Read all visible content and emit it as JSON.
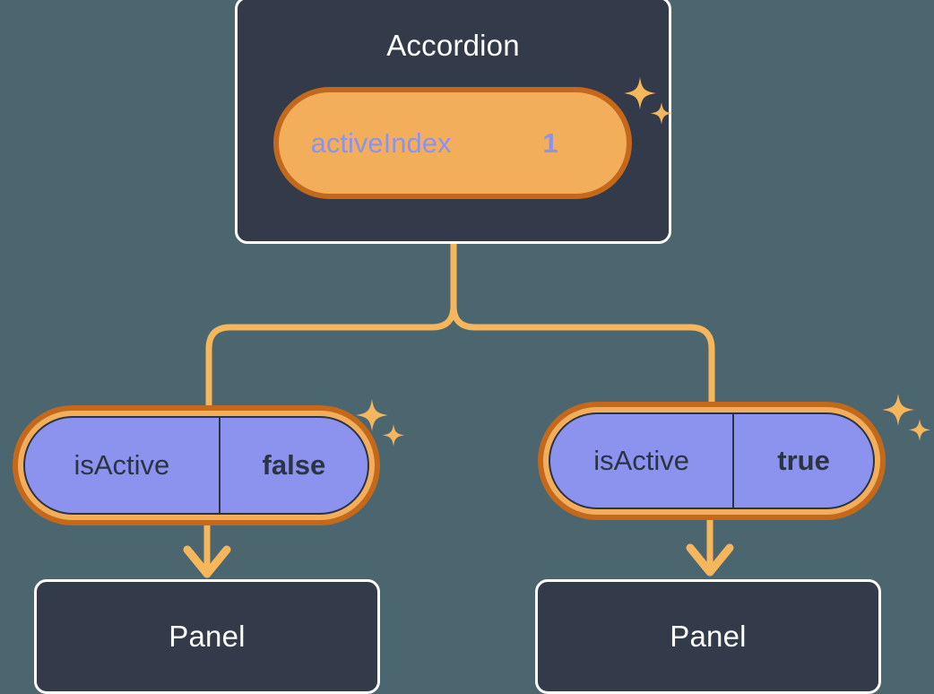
{
  "theme": {
    "background": "#4c6670",
    "card_bg": "#333a4a",
    "card_border": "#ffffff",
    "pill_ring_outer": "#c4691b",
    "pill_ring_inner": "#f3ae5b",
    "pill_fill": "#8b93ef",
    "accent_line": "#f6b65c",
    "key_text_on_dark": "#8b93ef",
    "text_on_pill": "#2c3342",
    "title_text": "#ffffff"
  },
  "diagram": {
    "type": "component-tree",
    "root": {
      "title": "Accordion",
      "state": {
        "key": "activeIndex",
        "value": "1"
      }
    },
    "children": [
      {
        "prop": {
          "key": "isActive",
          "value": "false"
        },
        "component": {
          "title": "Panel"
        }
      },
      {
        "prop": {
          "key": "isActive",
          "value": "true"
        },
        "component": {
          "title": "Panel"
        }
      }
    ],
    "icons": {
      "sparkle": "sparkle-icon",
      "arrow": "arrow-down-icon"
    }
  }
}
